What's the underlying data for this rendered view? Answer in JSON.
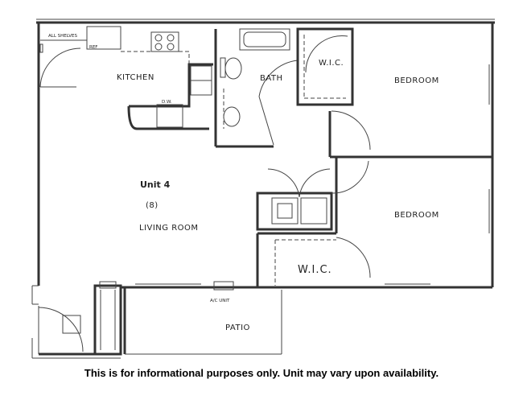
{
  "labels": {
    "kitchen": "KITCHEN",
    "bath": "BATH",
    "bedroom_1": "BEDROOM",
    "bedroom_2": "BEDROOM",
    "wic_1": "W.I.C.",
    "wic_2": "W.I.C.",
    "living_room": "LIVING ROOM",
    "unit_name": "Unit 4",
    "unit_number": "(8)",
    "patio": "PATIO",
    "ac_unit": "A/C UNIT",
    "all_shelves": "ALL SHELVES",
    "ref": "REF",
    "dw": "D.W."
  },
  "disclaimer": "This is for informational purposes only. Unit may vary upon availability."
}
